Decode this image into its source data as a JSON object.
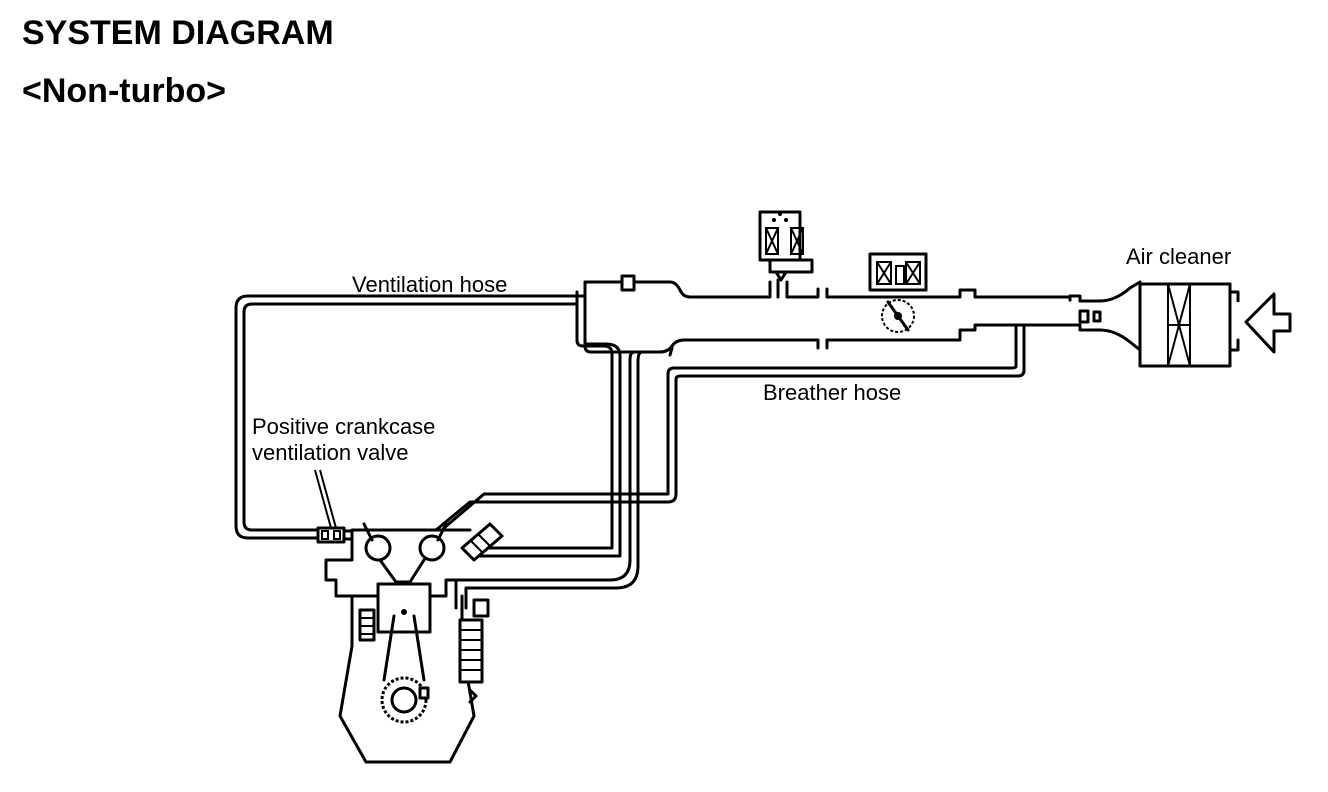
{
  "title": "SYSTEM DIAGRAM",
  "subtitle": "<Non-turbo>",
  "labels": {
    "ventilation_hose": "Ventilation hose",
    "air_cleaner": "Air cleaner",
    "breather_hose": "Breather hose",
    "pcv_valve_line1": "Positive crankcase",
    "pcv_valve_line2": "ventilation valve"
  }
}
